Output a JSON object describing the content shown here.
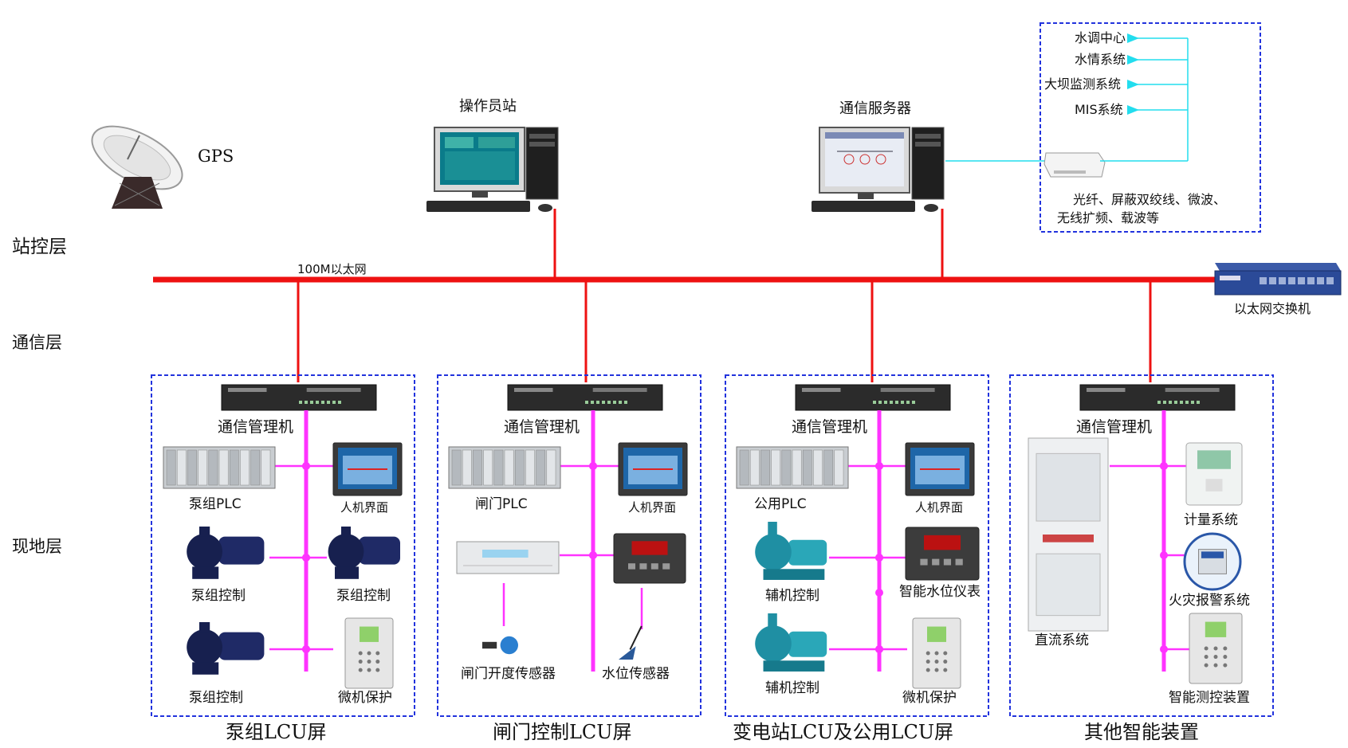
{
  "layers": {
    "station": "站控层",
    "comm": "通信层",
    "field": "现地层"
  },
  "top": {
    "gps": "GPS",
    "operator": "操作员站",
    "comm_server": "通信服务器",
    "ethernet": "100M以太网",
    "switch": "以太网交换机"
  },
  "external": {
    "systems": [
      "水调中心",
      "水情系统",
      "大坝监测系统",
      "MIS系统"
    ],
    "media_line1": "光纤、屏蔽双绞线、微波、",
    "media_line2": "无线扩频、载波等"
  },
  "panels": [
    {
      "title": "泵组LCU屏",
      "manager": "通信管理机",
      "items": [
        "泵组PLC",
        "人机界面",
        "泵组控制",
        "泵组控制",
        "泵组控制",
        "微机保护"
      ]
    },
    {
      "title": "闸门控制LCU屏",
      "manager": "通信管理机",
      "items": [
        "闸门PLC",
        "人机界面",
        "闸门开度传感器",
        "水位传感器"
      ]
    },
    {
      "title": "变电站LCU及公用LCU屏",
      "manager": "通信管理机",
      "items": [
        "公用PLC",
        "人机界面",
        "辅机控制",
        "智能水位仪表",
        "辅机控制",
        "微机保护"
      ]
    },
    {
      "title": "其他智能装置",
      "manager": "通信管理机",
      "items": [
        "计量系统",
        "火灾报警系统",
        "直流系统",
        "智能测控装置"
      ]
    }
  ],
  "colors": {
    "ethernet": "#ee1111",
    "fieldbus": "#ff33ff",
    "panel_border": "#2233dd",
    "external_link": "#22ddee"
  }
}
